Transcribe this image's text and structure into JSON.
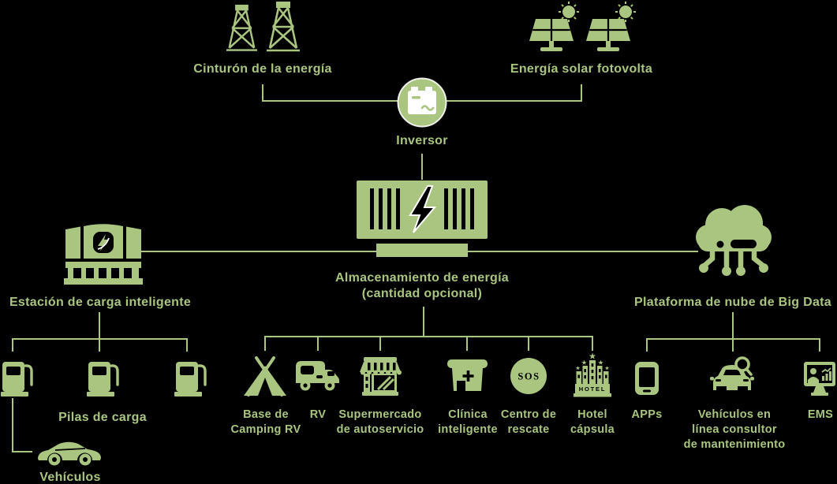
{
  "colors": {
    "background": "#000000",
    "accent_green": "#a9c57f",
    "cutout_black": "#000000",
    "highlight_white": "#ffffff"
  },
  "top": {
    "grid_label": "Cinturón de la energía",
    "solar_label": "Energía solar fotovolta",
    "inverter_label": "Inversor"
  },
  "center": {
    "storage_label_line1": "Almacenamiento de energía",
    "storage_label_line2": "(cantidad opcional)"
  },
  "left": {
    "station_label": "Estación de carga inteligente",
    "piles_label": "Pilas de carga",
    "vehicles_label": "Vehículos"
  },
  "right": {
    "cloud_label": "Plataforma de nube de Big Data",
    "apps_label": "APPs",
    "maintenance_label_line1": "Vehículos en",
    "maintenance_label_line2": "línea consultor",
    "maintenance_label_line3": "de mantenimiento",
    "ems_label": "EMS"
  },
  "bottom": {
    "camping_label_line1": "Base de",
    "camping_label_line2": "Camping RV",
    "rv_label": "RV",
    "market_label_line1": "Supermercado",
    "market_label_line2": "de autoservicio",
    "clinic_label_line1": "Clínica",
    "clinic_label_line2": "inteligente",
    "rescue_label_line1": "Centro de",
    "rescue_label_line2": "rescate",
    "hotel_label_line1": "Hotel",
    "hotel_label_line2": "cápsula",
    "sos_badge_text": "SOS",
    "hotel_sign_text": "HOTEL"
  },
  "icons": {
    "grid": "transmission-towers-icon",
    "solar": "solar-panels-sun-icon",
    "inverter": "battery-inverter-icon",
    "storage": "energy-storage-container-icon",
    "station": "charging-station-building-icon",
    "cloud": "big-data-cloud-circuit-icon",
    "pile": "charging-pile-icon",
    "vehicle": "car-side-icon",
    "camping": "tent-icon",
    "rv": "camper-van-icon",
    "market": "storefront-awning-icon",
    "clinic": "clinic-cross-icon",
    "rescue": "sos-circle-icon",
    "hotel": "hotel-building-stars-icon",
    "apps": "smartphone-icon",
    "maintenance": "car-magnifier-icon",
    "ems": "monitor-analytics-icon"
  }
}
